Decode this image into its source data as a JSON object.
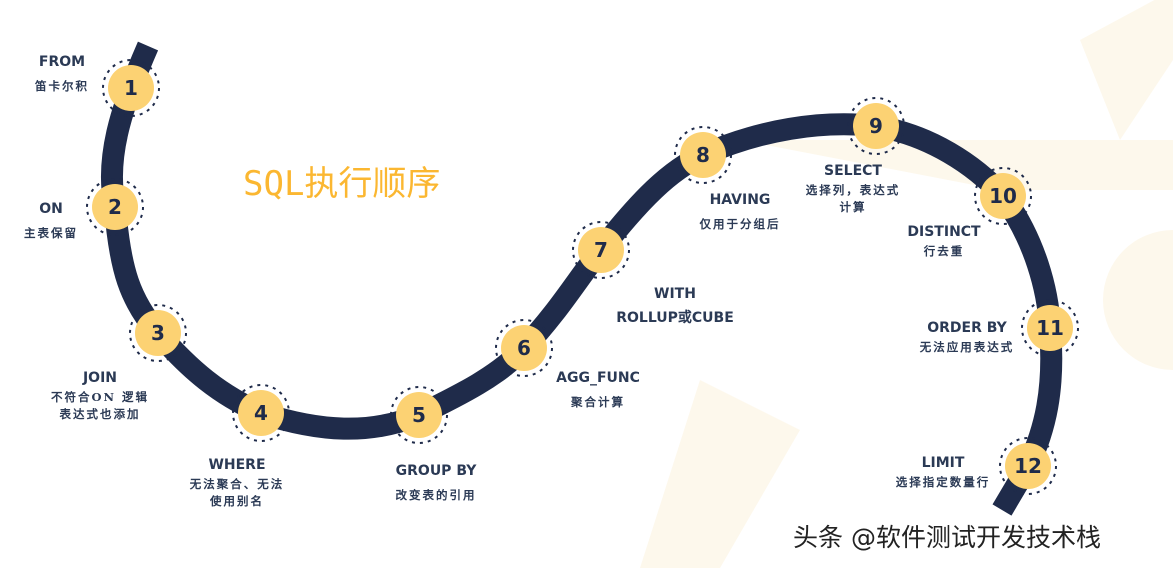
{
  "title": "SQL执行顺序",
  "watermark": "头条 @软件测试开发技术栈",
  "colors": {
    "path": "#1f2b4a",
    "node": "#fcd273",
    "title": "#fbb731",
    "text": "#2b3a55"
  },
  "steps": [
    {
      "n": "1",
      "name": "FROM",
      "desc": "笛卡尔积"
    },
    {
      "n": "2",
      "name": "ON",
      "desc": "主表保留"
    },
    {
      "n": "3",
      "name": "JOIN",
      "desc": "不符合ON 逻辑\n表达式也添加"
    },
    {
      "n": "4",
      "name": "WHERE",
      "desc": "无法聚合、无法\n使用别名"
    },
    {
      "n": "5",
      "name": "GROUP BY",
      "desc": "改变表的引用"
    },
    {
      "n": "6",
      "name": "AGG_FUNC",
      "desc": "聚合计算"
    },
    {
      "n": "7",
      "name": "WITH\nROLLUP或CUBE",
      "desc": ""
    },
    {
      "n": "8",
      "name": "HAVING",
      "desc": "仅用于分组后"
    },
    {
      "n": "9",
      "name": "SELECT",
      "desc": "选择列，表达式\n计算"
    },
    {
      "n": "10",
      "name": "DISTINCT",
      "desc": "行去重"
    },
    {
      "n": "11",
      "name": "ORDER BY",
      "desc": "无法应用表达式"
    },
    {
      "n": "12",
      "name": "LIMIT",
      "desc": "选择指定数量行"
    }
  ]
}
